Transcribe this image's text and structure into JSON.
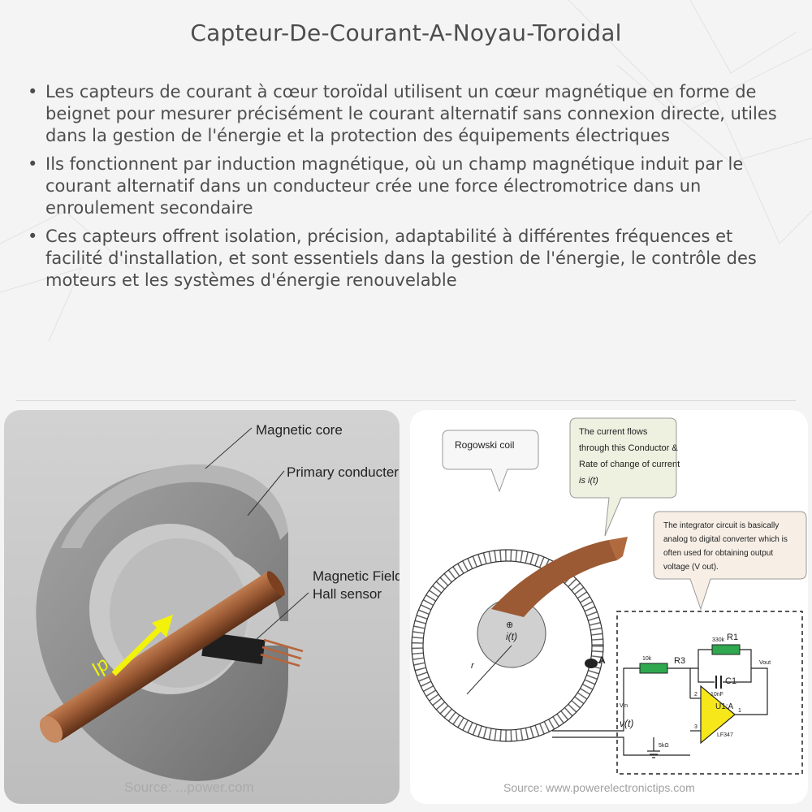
{
  "title": "Capteur-De-Courant-A-Noyau-Toroidal",
  "bullets": [
    "Les capteurs de courant à cœur toroïdal utilisent un cœur magnétique en forme de beignet pour mesurer précisément le courant alternatif sans connexion directe, utiles dans la gestion de l'énergie et la protection des équipements électriques",
    "Ils fonctionnent par induction magnétique, où un champ magnétique induit par le courant alternatif dans un conducteur crée une force électromotrice dans un enroulement secondaire",
    "Ces capteurs offrent isolation, précision, adaptabilité à différentes fréquences et facilité d'installation, et sont essentiels dans la gestion de l'énergie, le contrôle des moteurs et les systèmes d'énergie renouvelable"
  ],
  "bullet_symbol": "•",
  "left_image": {
    "label_core": "Magnetic core",
    "label_conductor": "Primary conducter",
    "label_field_1": "Magnetic Field",
    "label_field_2": "Hall sensor",
    "label_ip": "Ip",
    "source": "Source: ...power.com"
  },
  "right_image": {
    "callout_rogowski": "Rogowski coil",
    "callout_current_1": "The  current  flows",
    "callout_current_2": "through this Conductor  &",
    "callout_current_3": "Rate of change of current",
    "callout_current_4": "is i(t)",
    "callout_integrator_1": "The integrator circuit is basically",
    "callout_integrator_2": "analog to digital converter which is",
    "callout_integrator_3": "often used for obtaining output",
    "callout_integrator_4": "voltage (V out).",
    "label_it": "i(t)",
    "label_r": "r",
    "label_a": "A",
    "label_r1": "R1",
    "label_r1_val": "330k",
    "label_r3": "R3",
    "label_r3_val": "10k",
    "label_c1": "C1",
    "label_c1_val": "10nF",
    "label_vt": "v(t)",
    "label_vin": "Vin",
    "label_u1a": "U1:A",
    "label_lf": "LF347",
    "label_gnd": "5kΩ",
    "label_vout": "Vout",
    "label_pin2": "2",
    "label_pin3": "3",
    "label_pin1": "1",
    "source": "Source: www.powerelectronictips.com"
  },
  "colors": {
    "background": "#f4f4f4",
    "text": "#4d4d4d",
    "copper": "#9b5a34",
    "core": "#8f8f8f",
    "arrow": "#f2f20a",
    "callout_fill": "#f2f2e6",
    "callout_integrator_fill": "#f7efe6",
    "resistor": "#2fa84f",
    "opamp": "#f5e71a"
  }
}
